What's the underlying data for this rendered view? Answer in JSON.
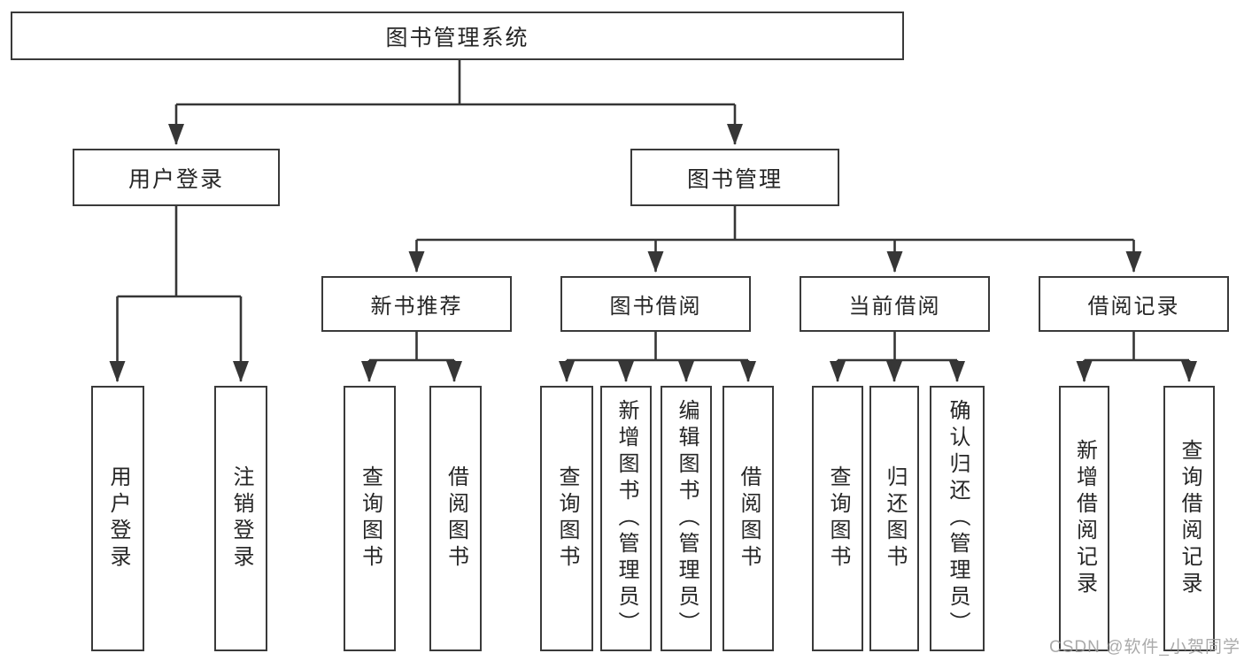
{
  "diagram": {
    "root": {
      "label": "图书管理系统"
    },
    "branches": [
      {
        "label": "用户登录",
        "children": [
          {
            "label": "用户登录"
          },
          {
            "label": "注销登录"
          }
        ]
      },
      {
        "label": "图书管理",
        "groups": [
          {
            "label": "新书推荐",
            "children": [
              {
                "label": "查询图书"
              },
              {
                "label": "借阅图书"
              }
            ]
          },
          {
            "label": "图书借阅",
            "children": [
              {
                "label": "查询图书"
              },
              {
                "label": "新增图书（管理员）"
              },
              {
                "label": "编辑图书（管理员）"
              },
              {
                "label": "借阅图书"
              }
            ]
          },
          {
            "label": "当前借阅",
            "children": [
              {
                "label": "查询图书"
              },
              {
                "label": "归还图书"
              },
              {
                "label": "确认归还（管理员）"
              }
            ]
          },
          {
            "label": "借阅记录",
            "children": [
              {
                "label": "新增借阅记录"
              },
              {
                "label": "查询借阅记录"
              }
            ]
          }
        ]
      }
    ]
  },
  "watermark": {
    "text": "CSDN @软件_小贺同学"
  },
  "theme": {
    "line": "#363636",
    "box_border": "#3a3a3a",
    "text": "#262626",
    "watermark": "#9c9c9c",
    "background": "#ffffff"
  }
}
